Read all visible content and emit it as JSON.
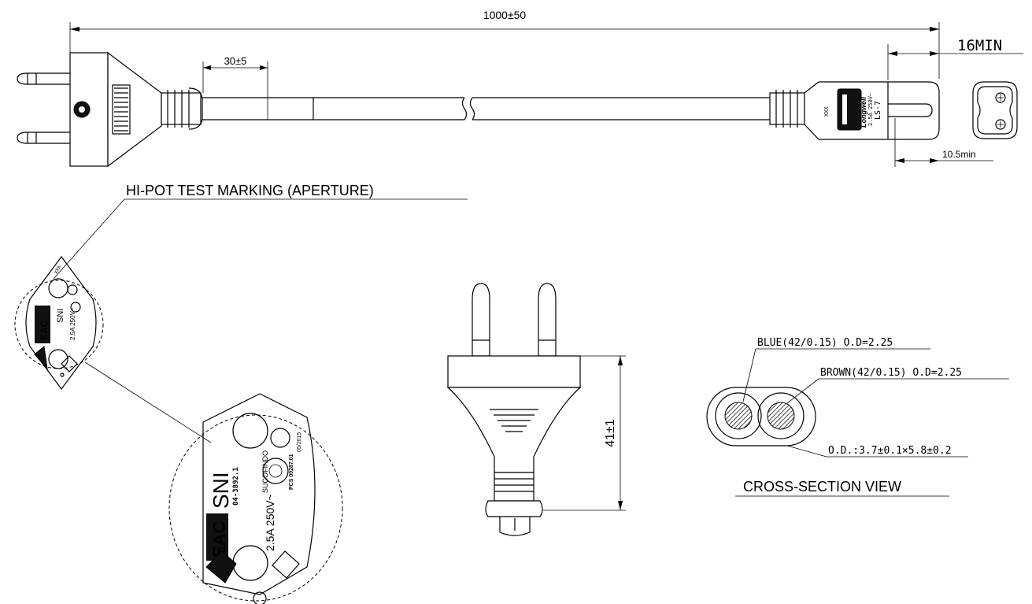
{
  "dimensions": {
    "overall_length": "1000±50",
    "strip_length": "30±5",
    "connector_min": "16MIN",
    "connector_width_min": "10.5min",
    "plug_height": "41±1"
  },
  "labels": {
    "hipot": "HI-POT TEST MARKING (APERTURE)",
    "cross_section": "CROSS-SECTION VIEW",
    "blue_conductor": "BLUE(42/0.15) O.D=2.25",
    "brown_conductor": "BROWN(42/0.15) O.D=2.25",
    "outer_diameter": "O.D.:3.7±0.1×5.8±0.2"
  },
  "connector_text": {
    "model": "LS-7",
    "rating": "2.5A 250V~",
    "brand": "Longwell",
    "code": "XXX"
  },
  "plug_markings": {
    "sni": "SNI",
    "eac": "EAC",
    "standard": "04-3892.1",
    "rating": "2.5A 250V~",
    "cert_body": "SUCOFINDO",
    "pcs": "PCS 00287.01",
    "code": "XXX",
    "date": "05/2015"
  },
  "colors": {
    "ink": "#000000",
    "paper": "#ffffff"
  }
}
